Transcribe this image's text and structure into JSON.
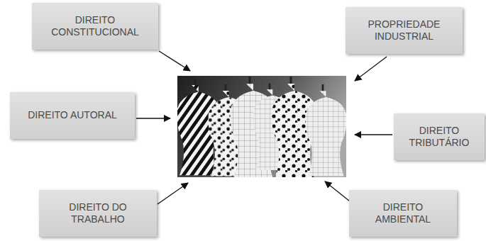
{
  "diagram": {
    "nodes": [
      {
        "text": [
          "DIREITO CONSTITUCIONAL"
        ]
      },
      {
        "text": [
          "PROPRIEDADE INDUSTRIAL"
        ]
      },
      {
        "text": [
          "DIREITO AUTORAL"
        ]
      },
      {
        "text": [
          "DIREITO TRIBUTÁRIO"
        ]
      },
      {
        "text": [
          "DIREITO DO TRABALHO"
        ]
      },
      {
        "text": [
          "DIREITO AMBIENTAL"
        ]
      }
    ]
  }
}
